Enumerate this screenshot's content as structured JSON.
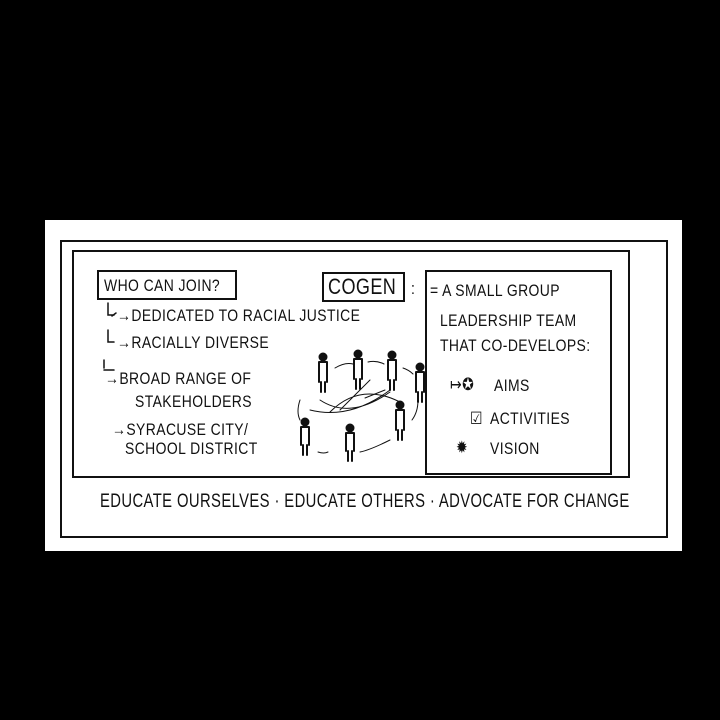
{
  "who_can_join": {
    "heading": "WHO CAN JOIN?",
    "items": [
      "→DEDICATED TO RACIAL JUSTICE",
      "→RACIALLY DIVERSE",
      "→BROAD RANGE OF",
      "STAKEHOLDERS",
      "→SYRACUSE CITY/",
      "SCHOOL DISTRICT"
    ]
  },
  "cogen": {
    "title": "COGEN",
    "colon": ":",
    "definition": [
      "= A SMALL GROUP",
      "LEADERSHIP TEAM",
      "THAT CO-DEVELOPS:"
    ],
    "list": [
      {
        "icon": "target-award-icon",
        "label": "AIMS"
      },
      {
        "icon": "checkbox-icon",
        "label": "ACTIVITIES"
      },
      {
        "icon": "starburst-icon",
        "label": "VISION"
      }
    ]
  },
  "footer": "EDUCATE OURSELVES · EDUCATE OTHERS · ADVOCATE FOR CHANGE"
}
